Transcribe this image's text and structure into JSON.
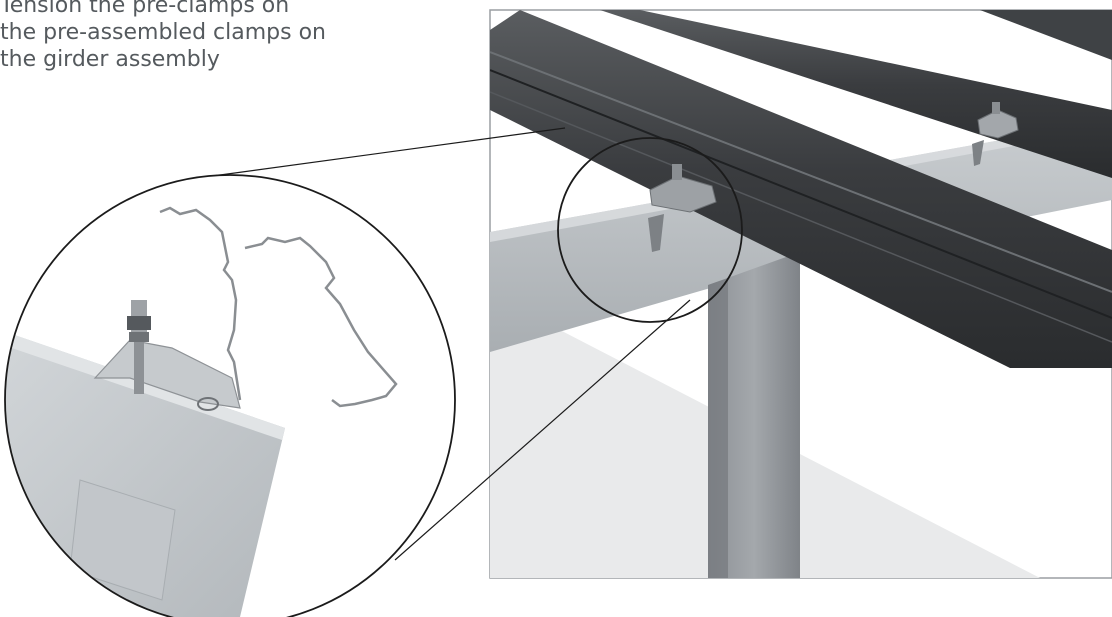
{
  "instruction": {
    "lines": [
      "Tension the pre-clamps on",
      "the pre-assembled clamps on",
      "the girder assembly"
    ]
  }
}
